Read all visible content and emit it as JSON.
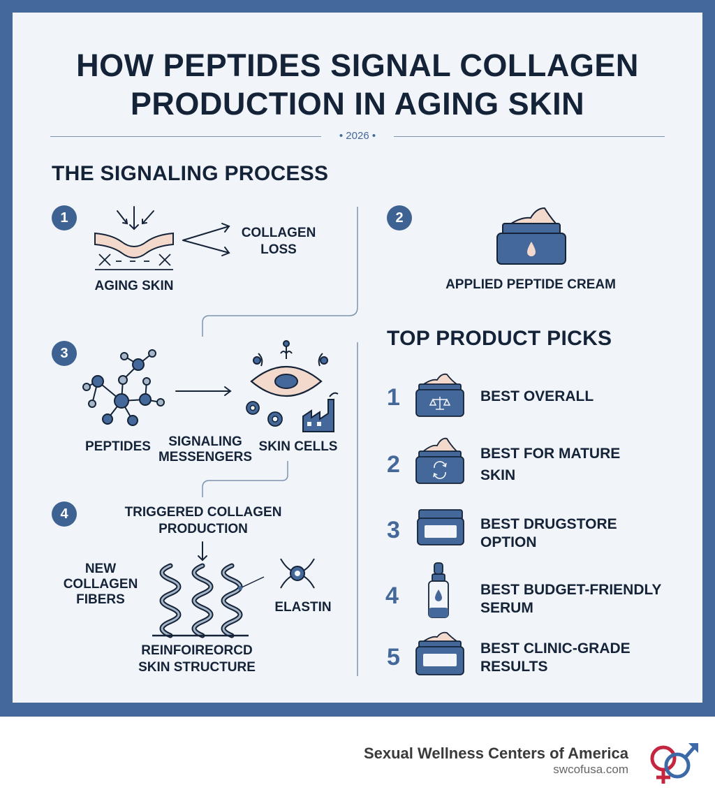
{
  "title": {
    "line1": "HOW PEPTIDES SIGNAL COLLAGEN",
    "line2": "PRODUCTION IN AGING SKIN"
  },
  "year": "• 2026 •",
  "process": {
    "heading": "THE SIGNALING PROCESS",
    "step1": {
      "number": "1",
      "skin_label": "AGING SKIN",
      "loss_label_1": "COLLAGEN",
      "loss_label_2": "LOSS"
    },
    "step2": {
      "number": "2",
      "label": "APPLIED PEPTIDE CREAM"
    },
    "step3": {
      "number": "3",
      "peptides": "PEPTIDES",
      "messengers_1": "SIGNALING",
      "messengers_2": "MESSENGERS",
      "cells": "SKIN CELLS"
    },
    "step4": {
      "number": "4",
      "triggered_1": "TRIGGERED COLLAGEN",
      "triggered_2": "PRODUCTION",
      "fibers_1": "NEW",
      "fibers_2": "COLLAGEN",
      "fibers_3": "FIBERS",
      "elastin": "ELASTIN",
      "structure_1": "REINFOIREORCD",
      "structure_2": "SKIN STRUCTURE"
    }
  },
  "products": {
    "heading": "TOP PRODUCT PICKS",
    "items": [
      {
        "number": "1",
        "line1": "BEST OVERALL",
        "line2": ""
      },
      {
        "number": "2",
        "line1": "BEST FOR MATURE",
        "line2": "SKIN"
      },
      {
        "number": "3",
        "line1": "BEST DRUGSTORE",
        "line2": "OPTION"
      },
      {
        "number": "4",
        "line1": "BEST BUDGET-FRIENDLY",
        "line2": "SERUM"
      },
      {
        "number": "5",
        "line1": "BEST CLINIC-GRADE",
        "line2": "RESULTS"
      }
    ]
  },
  "footer": {
    "name": "Sexual Wellness Centers of America",
    "url": "swcofusa.com"
  },
  "colors": {
    "frame": "#44689a",
    "panel": "#f1f4f8",
    "navy": "#142338",
    "accent": "#3e6292",
    "peach": "#f2d9cc"
  }
}
